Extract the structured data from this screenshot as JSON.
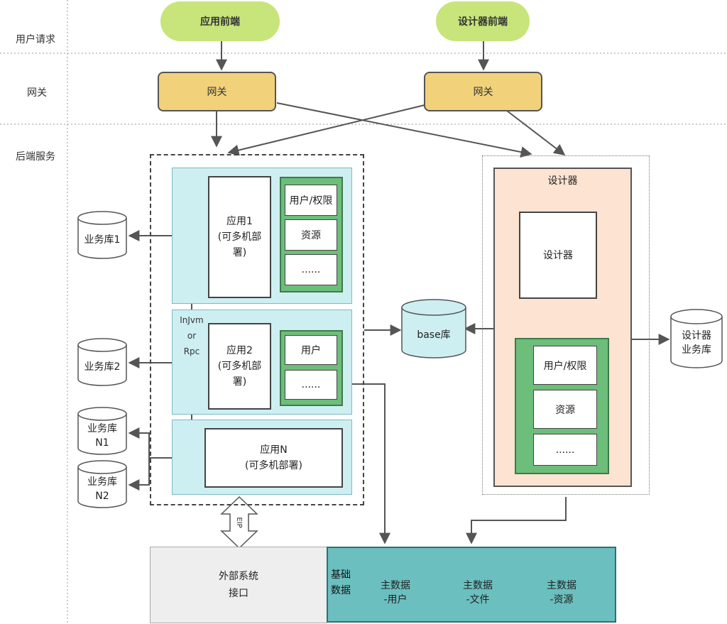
{
  "lanes": {
    "user_request": "用户请求",
    "gateway": "网关",
    "backend": "后端服务"
  },
  "frontends": {
    "app": "应用前端",
    "designer": "设计器前端"
  },
  "gateways": {
    "left": "网关",
    "right": "网关"
  },
  "apps": {
    "app1": {
      "line1": "应用1",
      "line2": "(可多机部",
      "line3": "署)"
    },
    "app2": {
      "line1": "应用2",
      "line2": "(可多机部",
      "line3": "署)"
    },
    "appN": {
      "line1": "应用N",
      "line2": "(可多机部署)"
    },
    "app1_modules": [
      "用户/权限",
      "资源",
      "......"
    ],
    "app2_modules": [
      "用户",
      "......"
    ]
  },
  "connector": {
    "line1": "InJvm",
    "line2": "or",
    "line3": "Rpc"
  },
  "databases": {
    "biz1": "业务库1",
    "biz2": "业务库2",
    "bizN1": {
      "line1": "业务库",
      "line2": "N1"
    },
    "bizN2": {
      "line1": "业务库",
      "line2": "N2"
    },
    "base": "base库",
    "designer_biz": {
      "line1": "设计器",
      "line2": "业务库"
    }
  },
  "designer": {
    "title": "设计器",
    "inner": "设计器",
    "modules": [
      "用户/权限",
      "资源",
      "......"
    ]
  },
  "eip": "EIP",
  "external": {
    "line1": "外部系统",
    "line2": "接口"
  },
  "base_data": {
    "label_line1": "基础",
    "label_line2": "数据",
    "items": [
      {
        "line1": "主数据",
        "line2": "-用户"
      },
      {
        "line1": "主数据",
        "line2": "-文件"
      },
      {
        "line1": "主数据",
        "line2": "-资源"
      }
    ]
  }
}
